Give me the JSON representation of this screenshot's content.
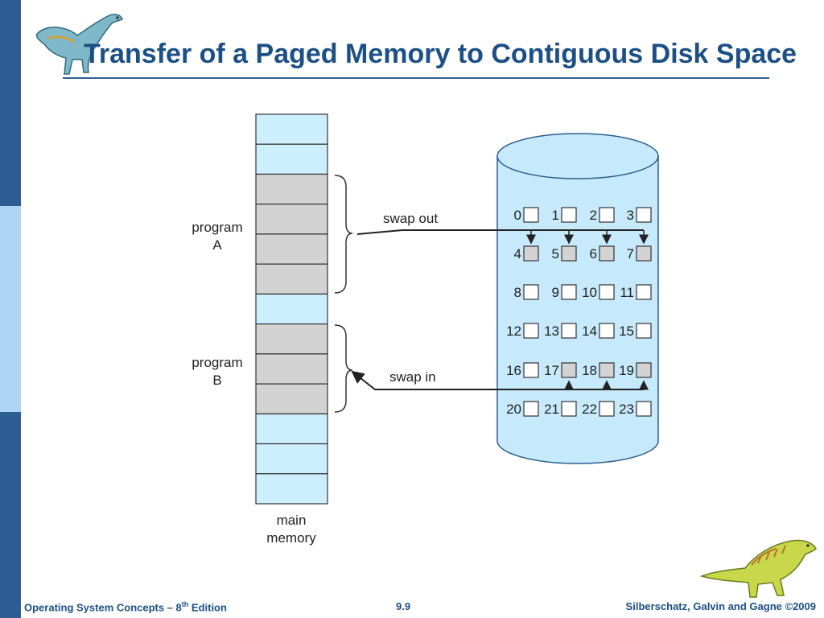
{
  "slide": {
    "title": "Transfer of a Paged Memory to Contiguous Disk Space"
  },
  "footer": {
    "left": "Operating System Concepts – 8",
    "left_sup": "th",
    "left_suffix": " Edition",
    "center": "9.9",
    "right": "Silberschatz, Galvin and Gagne ©2009"
  },
  "diagram": {
    "program_a_line1": "program",
    "program_a_line2": "A",
    "program_b_line1": "program",
    "program_b_line2": "B",
    "swap_out": "swap out",
    "swap_in": "swap in",
    "main_memory_line1": "main",
    "main_memory_line2": "memory",
    "memory_frames": [
      {
        "state": "free"
      },
      {
        "state": "free"
      },
      {
        "state": "A"
      },
      {
        "state": "A"
      },
      {
        "state": "A"
      },
      {
        "state": "A"
      },
      {
        "state": "free"
      },
      {
        "state": "B"
      },
      {
        "state": "B"
      },
      {
        "state": "B"
      },
      {
        "state": "free"
      },
      {
        "state": "free"
      },
      {
        "state": "free"
      }
    ],
    "disk_blocks": [
      {
        "label": "0",
        "filled": false
      },
      {
        "label": "1",
        "filled": false
      },
      {
        "label": "2",
        "filled": false
      },
      {
        "label": "3",
        "filled": false
      },
      {
        "label": "4",
        "filled": true
      },
      {
        "label": "5",
        "filled": true
      },
      {
        "label": "6",
        "filled": true
      },
      {
        "label": "7",
        "filled": true
      },
      {
        "label": "8",
        "filled": false
      },
      {
        "label": "9",
        "filled": false
      },
      {
        "label": "10",
        "filled": false
      },
      {
        "label": "11",
        "filled": false
      },
      {
        "label": "12",
        "filled": false
      },
      {
        "label": "13",
        "filled": false
      },
      {
        "label": "14",
        "filled": false
      },
      {
        "label": "15",
        "filled": false
      },
      {
        "label": "16",
        "filled": false
      },
      {
        "label": "17",
        "filled": true
      },
      {
        "label": "18",
        "filled": true
      },
      {
        "label": "19",
        "filled": true
      },
      {
        "label": "20",
        "filled": false
      },
      {
        "label": "21",
        "filled": false
      },
      {
        "label": "22",
        "filled": false
      },
      {
        "label": "23",
        "filled": false
      }
    ]
  },
  "colors": {
    "accent": "#1c4f86",
    "sidebar": "#2e5d94",
    "sidebar_light": "#aed4f6",
    "free_frame": "#cdeefd",
    "used_frame": "#d3d3d3",
    "disk": "#c6e9fb",
    "disk_stroke": "#2a5d8f"
  },
  "icons": {
    "top_logo": "dinosaur-icon",
    "bottom_logo": "dinosaur-icon"
  }
}
